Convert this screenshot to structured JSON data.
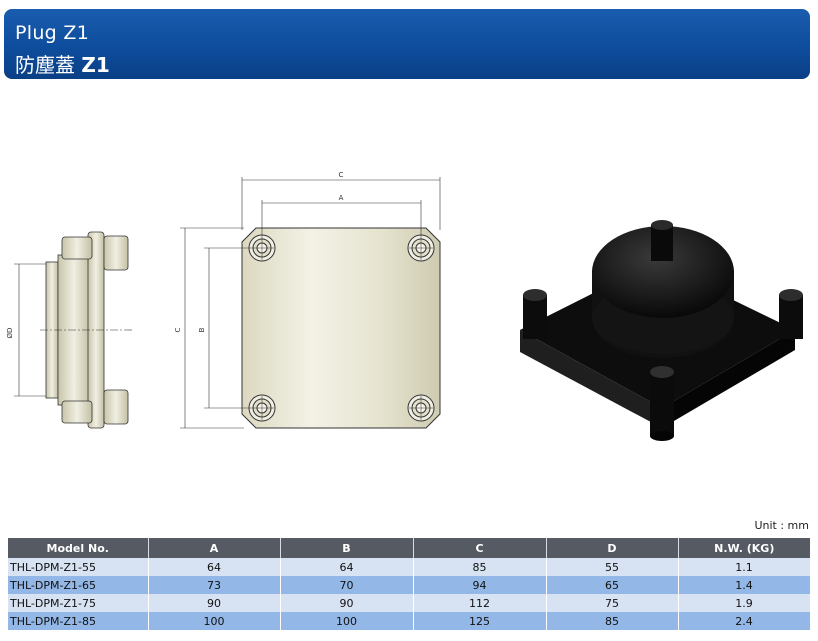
{
  "header": {
    "title_en": "Plug  Z1",
    "title_cn": "防塵蓋",
    "title_cn_code": "Z1",
    "color_top": "#1a5cae",
    "color_bottom": "#0a3f86"
  },
  "drawing": {
    "label_c_top": "C",
    "label_a_top": "A",
    "label_c_left": "C",
    "label_b_left": "B",
    "label_d_side": "ØD"
  },
  "unit_label": "Unit : mm",
  "table": {
    "headers": [
      "Model No.",
      "A",
      "B",
      "C",
      "D",
      "N.W. (KG)"
    ],
    "rows": [
      [
        "THL-DPM-Z1-55",
        "64",
        "64",
        "85",
        "55",
        "1.1"
      ],
      [
        "THL-DPM-Z1-65",
        "73",
        "70",
        "94",
        "65",
        "1.4"
      ],
      [
        "THL-DPM-Z1-75",
        "90",
        "90",
        "112",
        "75",
        "1.9"
      ],
      [
        "THL-DPM-Z1-85",
        "100",
        "100",
        "125",
        "85",
        "2.4"
      ]
    ],
    "header_color": "#555a63",
    "row_color_light": "#d7e2f2",
    "row_color_dark": "#93b8e7"
  }
}
